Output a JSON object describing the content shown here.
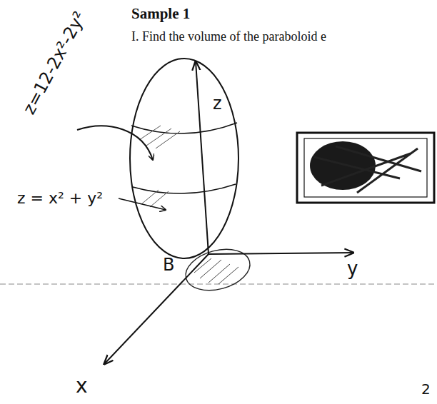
{
  "diagram": {
    "title": "Sample 1",
    "labels": [
      "I. Find the volume of the paraboloid e",
      "z=12-2x²-2y²",
      "z = x² + y²",
      "z",
      "y",
      "B",
      "x",
      "2"
    ]
  }
}
